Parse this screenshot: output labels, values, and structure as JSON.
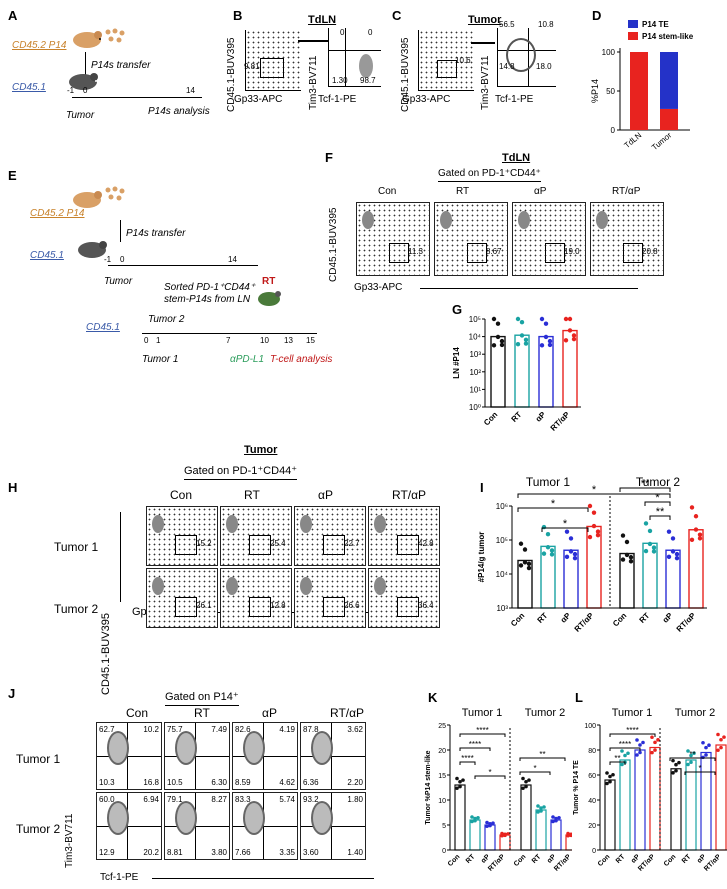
{
  "panel_letters": {
    "A": "A",
    "B": "B",
    "C": "C",
    "D": "D",
    "E": "E",
    "F": "F",
    "G": "G",
    "H": "H",
    "I": "I",
    "J": "J",
    "K": "K",
    "L": "L"
  },
  "panelA": {
    "donor": "CD45.2 P14",
    "recipient": "CD45.1",
    "transfer": "P14s transfer",
    "tick_m1": "-1",
    "tick_0": "0",
    "tick_14": "14",
    "tumor": "Tumor",
    "analysis": "P14s analysis"
  },
  "panelB": {
    "title": "TdLN",
    "xlab": "Gp33-APC",
    "ylab": "CD45.1-BUV395",
    "gate_val": "9.81",
    "q_ur": "0",
    "q_ul": "0",
    "q_ll": "1.30",
    "q_lr": "98.7",
    "xlab2": "Tcf-1-PE",
    "ylab2": "Tim3-BV711"
  },
  "panelC": {
    "title": "Tumor",
    "xlab": "Gp33-APC",
    "ylab": "CD45.1-BUV395",
    "gate_val": "10.6",
    "q_ul": "56.5",
    "q_ur": "10.8",
    "q_ll": "14.8",
    "q_lr": "18.0",
    "xlab2": "Tcf-1-PE",
    "ylab2": "Tim3-BV711"
  },
  "chart_data": [
    {
      "type": "bar",
      "panel": "D",
      "stacked": true,
      "categories": [
        "TdLN",
        "Tumor"
      ],
      "series": [
        {
          "name": "P14 stem-like",
          "color": "#e8231f",
          "values": [
            100,
            27
          ]
        },
        {
          "name": "P14 TE",
          "color": "#2432c8",
          "values": [
            0,
            73
          ]
        }
      ],
      "ylabel": "%P14",
      "ylim": [
        0,
        100
      ],
      "yticks": [
        "0",
        "50",
        "100"
      ],
      "legend": "top"
    },
    {
      "type": "bar",
      "panel": "G",
      "categories": [
        "Con",
        "RT",
        "αP",
        "RT/αP"
      ],
      "values": [
        10000,
        12000,
        10000,
        22000
      ],
      "ylabel": "LN #P14",
      "yscale": "log",
      "yticks": [
        "10⁰",
        "10¹",
        "10²",
        "10³",
        "10⁴",
        "10⁵"
      ]
    },
    {
      "type": "bar",
      "panel": "I",
      "groups": [
        "Tumor 1",
        "Tumor 2"
      ],
      "categories": [
        "Con",
        "RT",
        "αP",
        "RT/αP",
        "Con",
        "RT",
        "αP",
        "RT/αP"
      ],
      "values": [
        25000,
        65000,
        50000,
        250000,
        40000,
        80000,
        50000,
        200000
      ],
      "ylabel": "#P14/g tumor",
      "yscale": "log",
      "yticks": [
        "10³",
        "10⁴",
        "10⁵",
        "10⁶"
      ]
    },
    {
      "type": "bar",
      "panel": "K",
      "groups": [
        "Tumor 1",
        "Tumor 2"
      ],
      "categories": [
        "Con",
        "RT",
        "αP",
        "RT/αP",
        "Con",
        "RT",
        "αP",
        "RT/αP"
      ],
      "values": [
        13,
        6,
        5,
        3,
        13,
        8,
        6,
        3
      ],
      "ylabel": "Tumor %P14 stem-like",
      "ylim": [
        0,
        25
      ],
      "yticks": [
        "0",
        "5",
        "10",
        "15",
        "20",
        "25"
      ]
    },
    {
      "type": "bar",
      "panel": "L",
      "groups": [
        "Tumor 1",
        "Tumor 2"
      ],
      "categories": [
        "Con",
        "RT",
        "αP",
        "RT/αP",
        "Con",
        "RT",
        "αP",
        "RT/αP"
      ],
      "values": [
        56,
        72,
        80,
        82,
        65,
        72,
        78,
        84
      ],
      "ylabel": "Tumor % P14 TE",
      "ylim": [
        0,
        100
      ],
      "yticks": [
        "0",
        "20",
        "40",
        "60",
        "80",
        "100"
      ]
    }
  ],
  "panelE": {
    "donor": "CD45.2 P14",
    "recipient": "CD45.1",
    "transfer": "P14s transfer",
    "tick_m1": "-1",
    "tick_0": "0",
    "tick_14": "14",
    "tumor": "Tumor",
    "sorted1": "Sorted PD-1⁺CD44⁺",
    "sorted2": "stem-P14s from LN",
    "rt": "RT",
    "recipient2": "CD45.1",
    "tumor2": "Tumor 2",
    "tumor1": "Tumor 1",
    "t0": "0",
    "t1": "1",
    "t7": "7",
    "t10": "10",
    "t13": "13",
    "t15": "15",
    "apdl1": "αPD-L1",
    "tcell": "T-cell analysis"
  },
  "panelF": {
    "title": "TdLN",
    "gated": "Gated on PD-1⁺CD44⁺",
    "cols": [
      "Con",
      "RT",
      "αP",
      "RT/αP"
    ],
    "vals": [
      "11.3",
      "8.67",
      "19.0",
      "20.8"
    ],
    "xlab": "Gp33-APC",
    "ylab": "CD45.1-BUV395"
  },
  "panelH": {
    "title": "Tumor",
    "gated": "Gated on PD-1⁺CD44⁺",
    "cols": [
      "Con",
      "RT",
      "αP",
      "RT/αP"
    ],
    "rows": [
      "Tumor 1",
      "Tumor 2"
    ],
    "vals": [
      [
        "15.2",
        "25.4",
        "22.7",
        "42.8"
      ],
      [
        "26.1",
        "12.8",
        "26.6",
        "36.4"
      ]
    ],
    "xlab": "Gp33-APC",
    "ylab": "CD45.1-BUV395"
  },
  "panelJ": {
    "gated": "Gated on P14⁺",
    "cols": [
      "Con",
      "RT",
      "αP",
      "RT/αP"
    ],
    "rows": [
      "Tumor 1",
      "Tumor 2"
    ],
    "quads": [
      [
        [
          "62.7",
          "10.2",
          "10.3",
          "16.8"
        ],
        [
          "75.7",
          "7.49",
          "10.5",
          "6.30"
        ],
        [
          "82.6",
          "4.19",
          "8.59",
          "4.62"
        ],
        [
          "87.8",
          "3.62",
          "6.36",
          "2.20"
        ]
      ],
      [
        [
          "60.0",
          "6.94",
          "12.9",
          "20.2"
        ],
        [
          "79.1",
          "8.27",
          "8.81",
          "3.80"
        ],
        [
          "83.3",
          "5.74",
          "7.66",
          "3.35"
        ],
        [
          "93.2",
          "1.80",
          "3.60",
          "1.40"
        ]
      ]
    ],
    "xlab": "Tcf-1-PE",
    "ylab": "Tim3-BV711"
  },
  "sig": {
    "one": "*",
    "two": "**",
    "four": "****"
  }
}
